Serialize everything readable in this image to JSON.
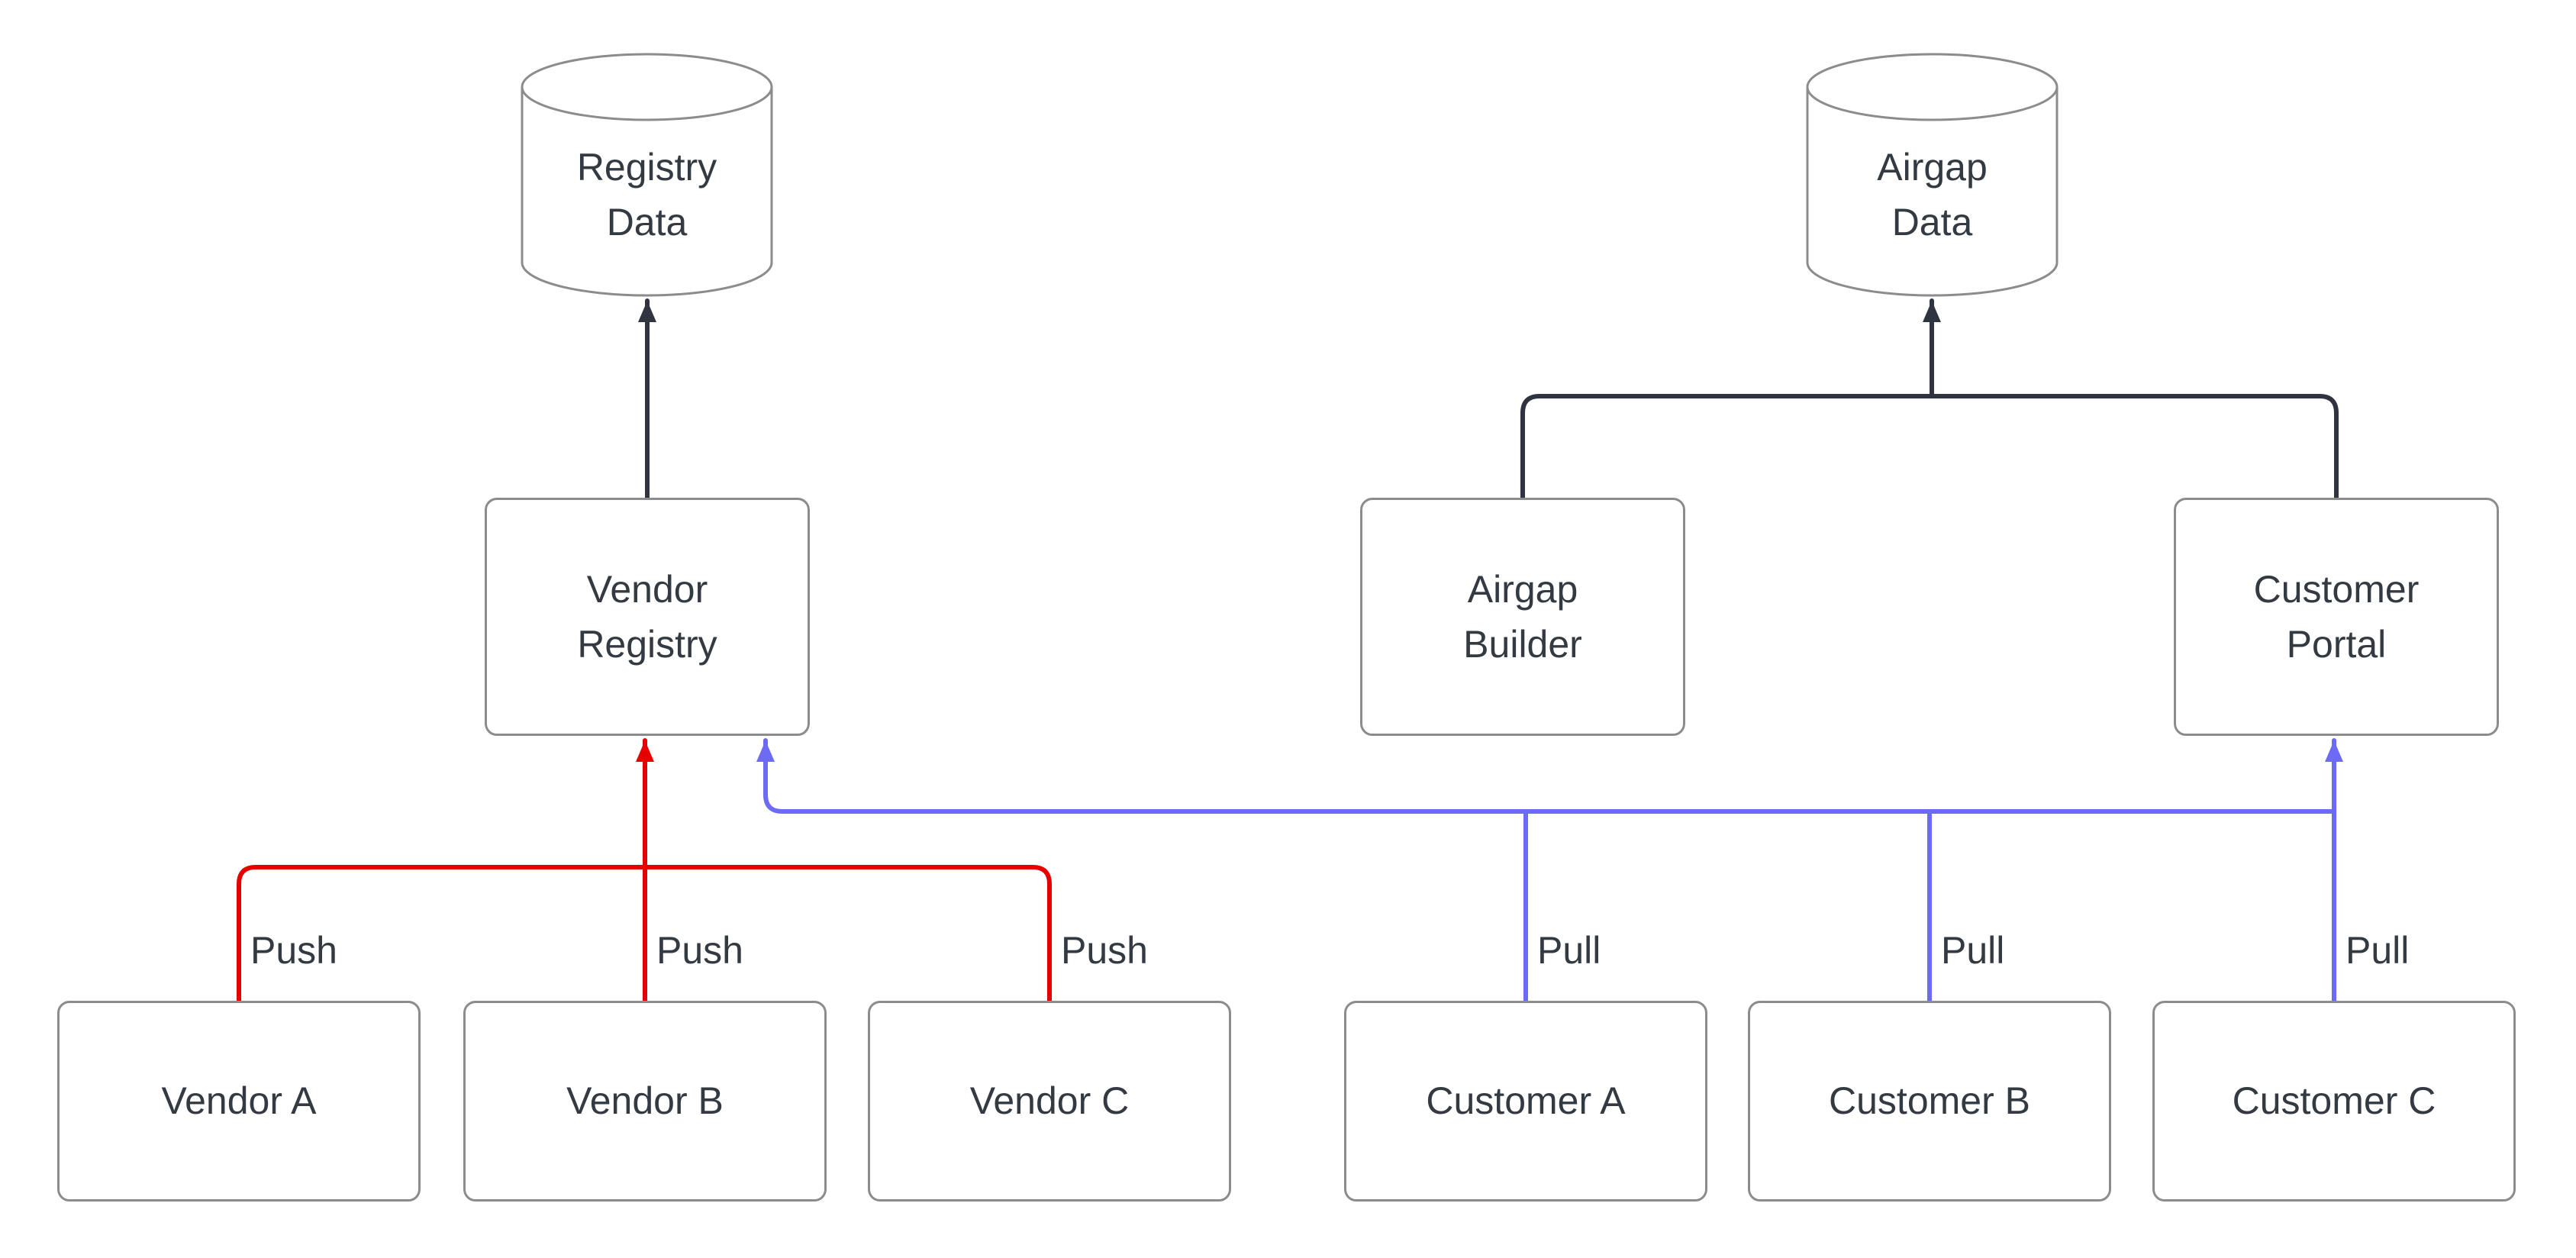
{
  "colors": {
    "dark": "#2f3440",
    "push": "#e60000",
    "pull": "#6d6af5"
  },
  "nodes": {
    "registry_data": "Registry\nData",
    "airgap_data": "Airgap\nData",
    "vendor_registry": "Vendor\nRegistry",
    "airgap_builder": "Airgap\nBuilder",
    "customer_portal": "Customer\nPortal",
    "vendor_a": "Vendor A",
    "vendor_b": "Vendor B",
    "vendor_c": "Vendor C",
    "customer_a": "Customer A",
    "customer_b": "Customer B",
    "customer_c": "Customer C"
  },
  "edge_labels": {
    "push": "Push",
    "pull": "Pull"
  }
}
